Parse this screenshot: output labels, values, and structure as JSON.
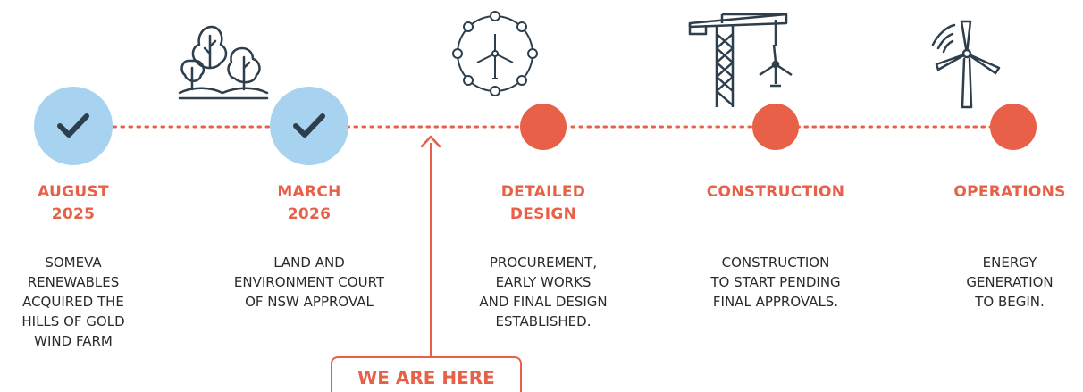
{
  "colors": {
    "accent": "#e86048",
    "done": "#a7d3f1",
    "ink": "#2d3e4d"
  },
  "milestones": [
    {
      "title_l1": "AUGUST",
      "title_l2": "2025",
      "desc": [
        "SOMEVA",
        "RENEWABLES",
        "ACQUIRED THE",
        "HILLS OF GOLD",
        "WIND FARM"
      ],
      "status": "done",
      "icon": "trees-icon"
    },
    {
      "title_l1": "MARCH",
      "title_l2": "2026",
      "desc": [
        "LAND AND",
        "ENVIRONMENT COURT",
        "OF NSW APPROVAL"
      ],
      "status": "done",
      "icon": "tree-icon"
    },
    {
      "title_l1": "DETAILED",
      "title_l2": "DESIGN",
      "desc": [
        "PROCUREMENT,",
        "EARLY WORKS",
        "AND FINAL DESIGN",
        "ESTABLISHED."
      ],
      "status": "pending",
      "icon": "turbine-network-icon"
    },
    {
      "title_l1": "CONSTRUCTION",
      "title_l2": "",
      "desc": [
        "CONSTRUCTION",
        "TO START PENDING",
        "FINAL APPROVALS."
      ],
      "status": "pending",
      "icon": "crane-icon"
    },
    {
      "title_l1": "OPERATIONS",
      "title_l2": "",
      "desc": [
        "ENERGY",
        "GENERATION",
        "TO BEGIN."
      ],
      "status": "pending",
      "icon": "wind-turbine-icon"
    }
  ],
  "marker": {
    "label": "WE ARE HERE"
  }
}
